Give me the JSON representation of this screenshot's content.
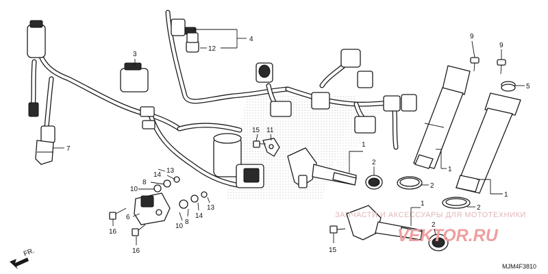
{
  "diagram_code": "MJM4F3810",
  "direction_marker": "FR.",
  "watermark": {
    "line1": "ЗАПЧАСТИ И АКСЕССУАРЫ ДЛЯ МОТОТЕХНИКИ",
    "line2": "VEKTOR.RU"
  },
  "callouts": {
    "c1a": "1",
    "c1b": "1",
    "c1c": "1",
    "c1d": "1",
    "c2a": "2",
    "c2b": "2",
    "c2c": "2",
    "c2d": "2",
    "c3": "3",
    "c4": "4",
    "c5": "5",
    "c6": "6",
    "c7": "7",
    "c8a": "8",
    "c8b": "8",
    "c9a": "9",
    "c9b": "9",
    "c10a": "10",
    "c10b": "10",
    "c11": "11",
    "c12": "12",
    "c13a": "13",
    "c13b": "13",
    "c14a": "14",
    "c14b": "14",
    "c15a": "15",
    "c15b": "15",
    "c16a": "16",
    "c16b": "16"
  },
  "colors": {
    "line": "#111111",
    "watermark": "#ef9f9f",
    "dots": "#cfcfcf"
  }
}
